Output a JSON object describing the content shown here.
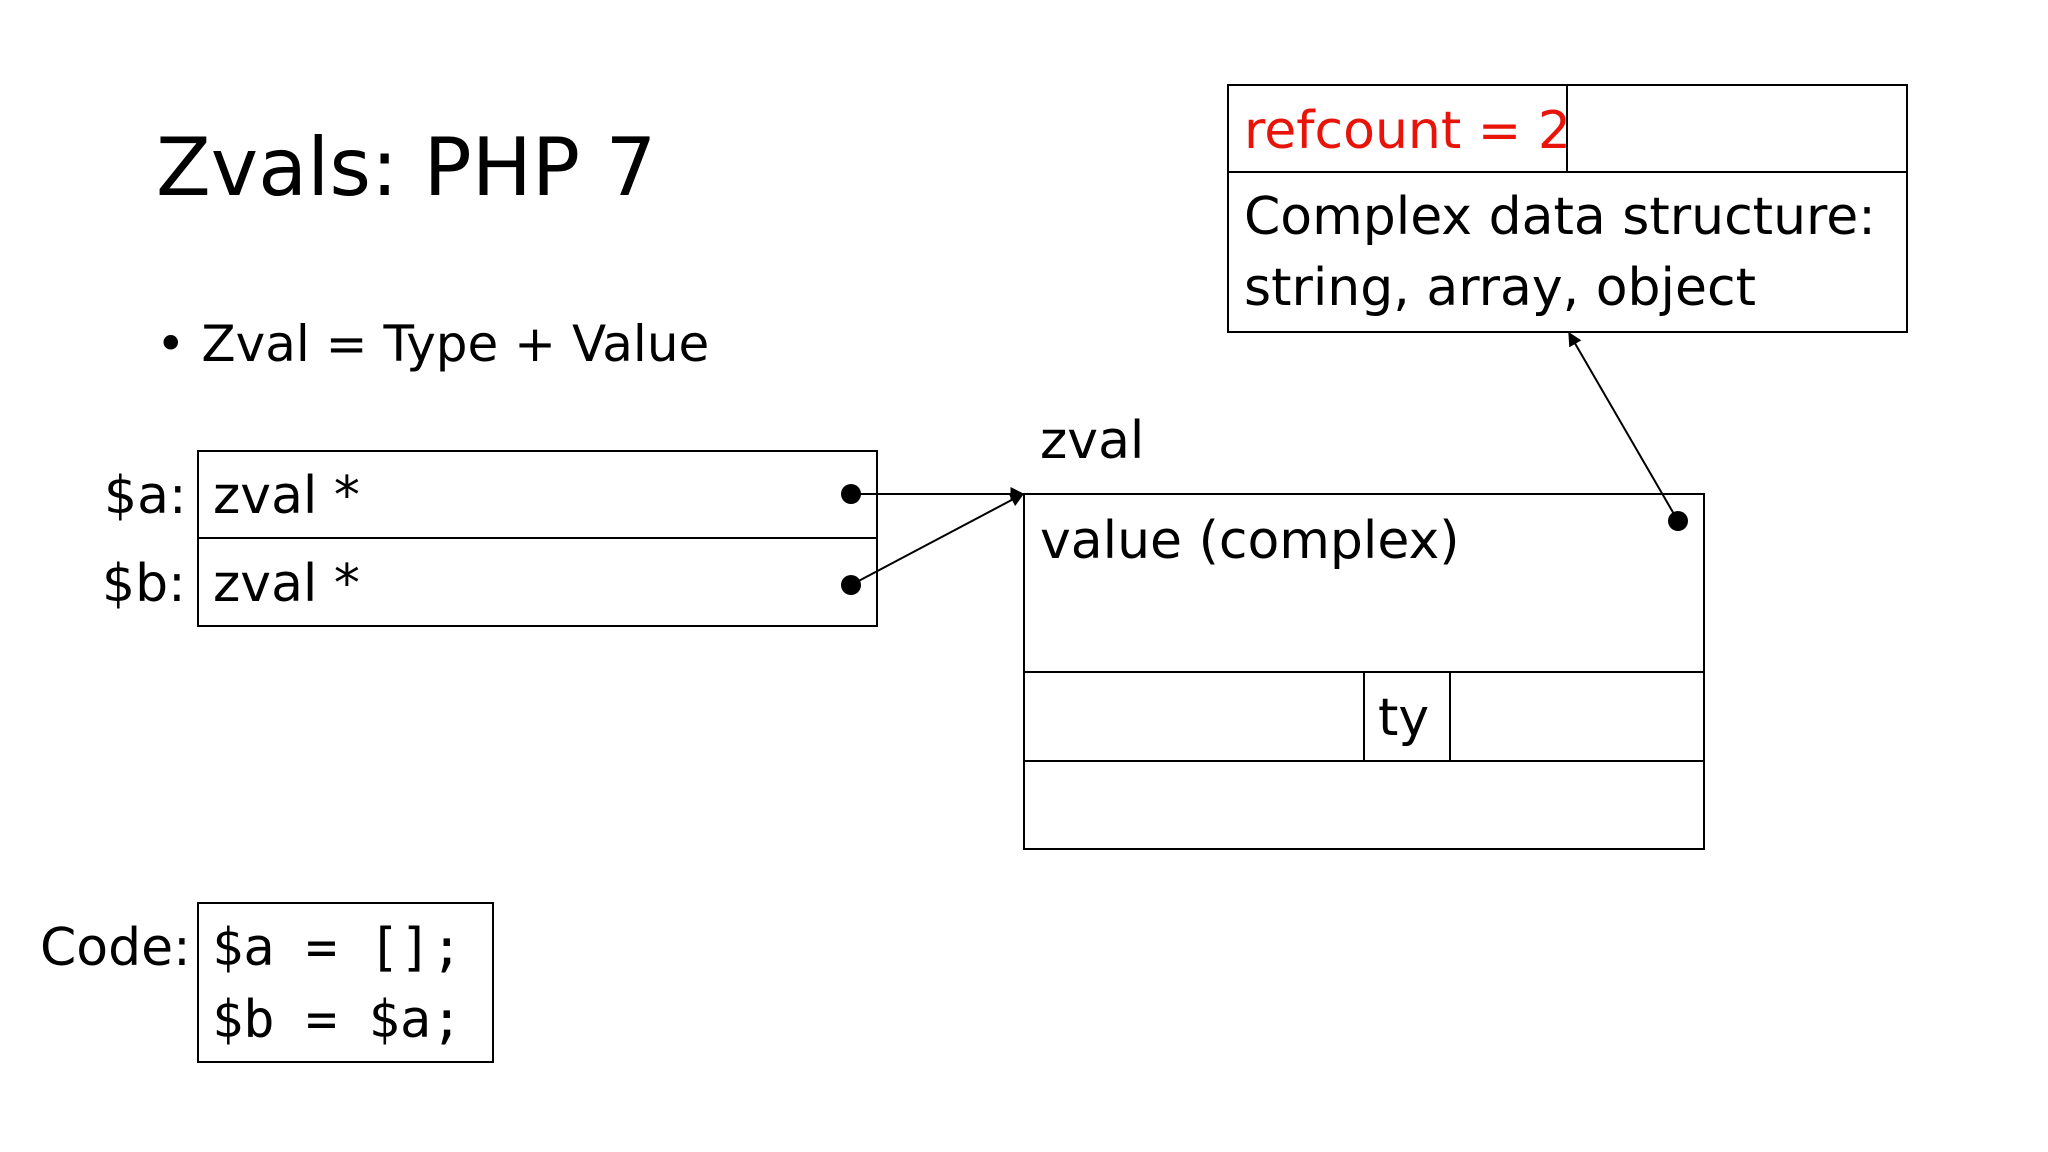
{
  "title": "Zvals: PHP 7",
  "bullet": "Zval = Type + Value",
  "variables": [
    {
      "name": "$a:",
      "cell": "zval *"
    },
    {
      "name": "$b:",
      "cell": "zval *"
    }
  ],
  "zval": {
    "label": "zval",
    "value_text": "value (complex)",
    "type_text": "ty"
  },
  "heap": {
    "refcount": "refcount = 2",
    "desc_line1": "Complex data structure:",
    "desc_line2": "string, array, object",
    "refcount_color": "#e8140a"
  },
  "code": {
    "label": "Code:",
    "line1": "$a = [];",
    "line2": "$b = $a;"
  }
}
